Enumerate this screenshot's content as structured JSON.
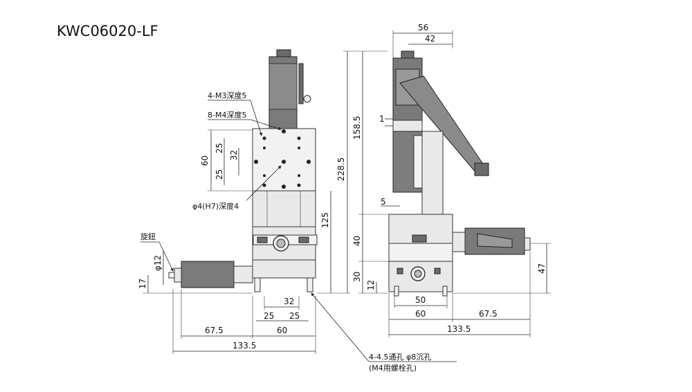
{
  "title": "KWC06020-LF",
  "front": {
    "notes": {
      "m3": "4-M3深度5",
      "m4": "8-M4深度5",
      "pin": "φ4(H7)深度4",
      "knob": "旋鈕",
      "through": "4-4.5通孔 φ8沉孔",
      "bolt": "(M4用螺栓孔)"
    },
    "dims": {
      "d60v": "60",
      "d25a": "25",
      "d32v": "32",
      "d25b": "25",
      "d125": "125",
      "d228": "228.5",
      "d12": "φ12",
      "d17": "17",
      "d32h": "32",
      "d25c": "25",
      "d25d": "25",
      "d675": "67.5",
      "d60h": "60",
      "d1335": "133.5"
    }
  },
  "side": {
    "dims": {
      "d56": "56",
      "d42": "42",
      "d1585": "158.5",
      "d1": "1",
      "d5": "5",
      "d40": "40",
      "d30": "30",
      "d12": "12",
      "d50": "50",
      "d60": "60",
      "d675": "67.5",
      "d1335": "133.5",
      "d47": "47"
    }
  }
}
